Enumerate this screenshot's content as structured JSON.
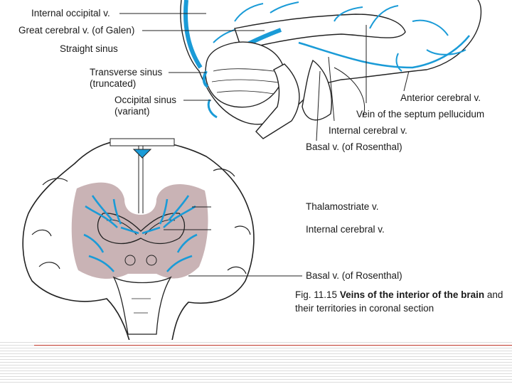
{
  "labels": {
    "internal_occipital": "Internal occipital v.",
    "great_cerebral": "Great cerebral v. (of Galen)",
    "straight_sinus": "Straight sinus",
    "transverse_sinus_1": "Transverse sinus",
    "transverse_sinus_2": "(truncated)",
    "occipital_sinus_1": "Occipital sinus",
    "occipital_sinus_2": "(variant)",
    "anterior_cerebral": "Anterior cerebral v.",
    "septum_pellucidum": "Vein of the septum pellucidum",
    "internal_cerebral_top": "Internal cerebral v.",
    "basal_top": "Basal v. (of Rosenthal)",
    "thalamostriate": "Thalamostriate v.",
    "internal_cerebral_bottom": "Internal cerebral v.",
    "basal_bottom": "Basal v. (of Rosenthal)"
  },
  "caption": {
    "fig_number": "Fig. 11.15",
    "bold_text": "Veins of the interior of the brain",
    "rest_text": "and their territories in coronal section"
  },
  "colors": {
    "vein_blue": "#1a9bd7",
    "territory": "#c9b3b5",
    "outline": "#222222",
    "accent_line": "#c0392b"
  }
}
